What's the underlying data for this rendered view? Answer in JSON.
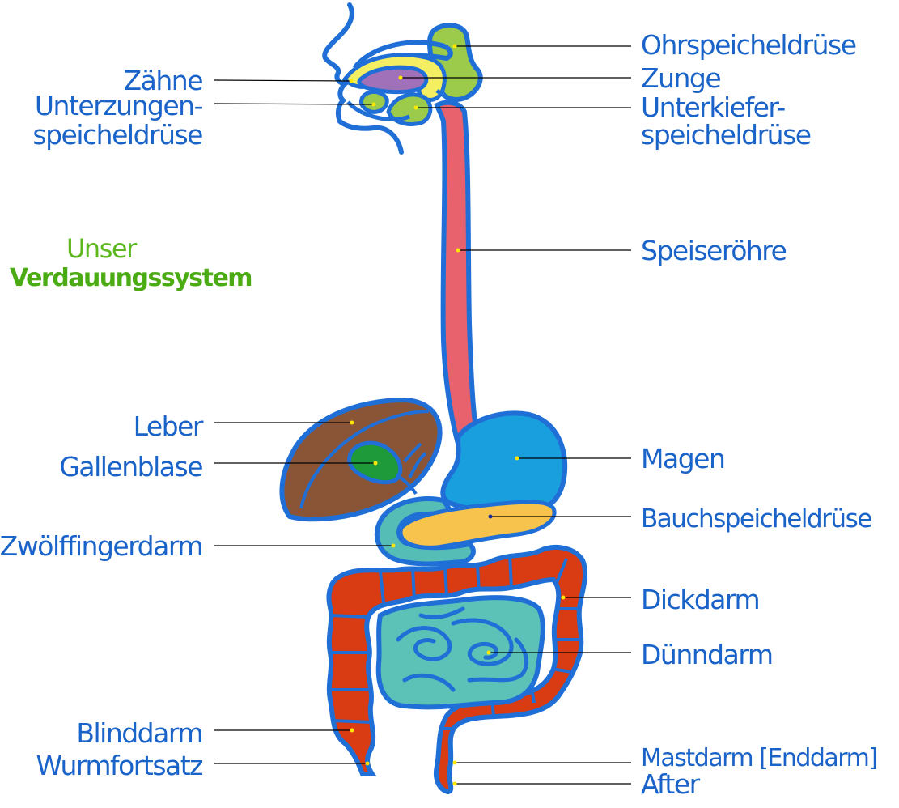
{
  "title": {
    "line1": "Unser",
    "line2": "Verdauungssystem"
  },
  "labels_left": {
    "zaehne": "Zähne",
    "unterzungen_1": "Unterzungen-",
    "unterzungen_2": "speicheldrüse",
    "leber": "Leber",
    "gallenblase": "Gallenblase",
    "zwoelffingerdarm": "Zwölffingerdarm",
    "blinddarm": "Blinddarm",
    "wurmfortsatz": "Wurmfortsatz"
  },
  "labels_right": {
    "ohrspeicheldruese": "Ohrspeicheldrüse",
    "zunge": "Zunge",
    "unterkiefer_1": "Unterkiefer-",
    "unterkiefer_2": "speicheldrüse",
    "speiseroehre": "Speiseröhre",
    "magen": "Magen",
    "bauchspeicheldruese": "Bauchspeicheldrüse",
    "dickdarm": "Dickdarm",
    "duenndarm": "Dünndarm",
    "mastdarm": "Mastdarm [Enddarm]",
    "after": "After"
  },
  "colors": {
    "outline": "#1f6fd6",
    "label_text": "#1a63c9",
    "title_green": "#4aac12",
    "gland_green": "#9ccb4c",
    "tongue_purple": "#a070b8",
    "teeth_yellow": "#f3ee62",
    "esophagus": "#e8626e",
    "stomach": "#1a9fde",
    "liver": "#8a5436",
    "gallbladder": "#1e9a3a",
    "pancreas": "#f7c34c",
    "duodenum": "#56bcb6",
    "large_intestine": "#d93b12",
    "small_intestine": "#5cc2b8",
    "pointer_dot": "#ffe800"
  }
}
